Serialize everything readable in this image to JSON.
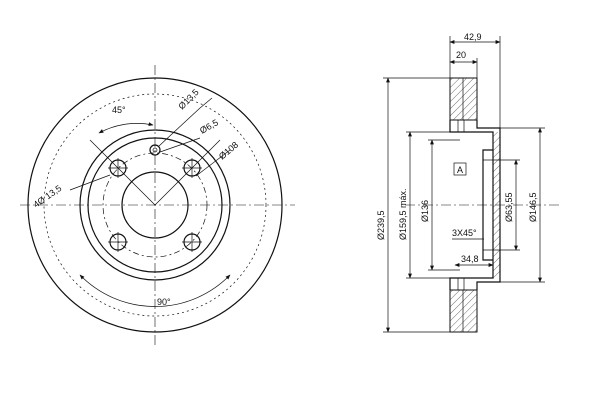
{
  "front_view": {
    "angle_label": "45°",
    "angle_90_label": "90°",
    "dim_13_5": "13,5",
    "dim_6_5": "6,5",
    "dim_108": "108",
    "dim_400": "4Ø 13,5",
    "dim_400_prefix": "Ø"
  },
  "section_view": {
    "width_total": "42,9",
    "width_inner": "20",
    "diameter_outer": "239,5",
    "diameter_friction": "159,5 máx.",
    "diameter_136": "136",
    "diameter_63_55": "63,55",
    "diameter_146_5": "146,5",
    "chamfer": "3X45°",
    "depth": "34,8",
    "datum_label": "A",
    "diameter_symbol": "Ø"
  }
}
